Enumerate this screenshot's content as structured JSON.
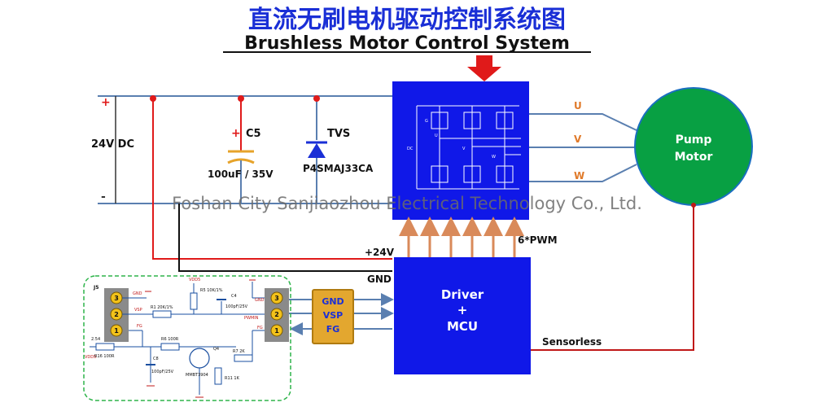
{
  "title_cn": "直流无刷电机驱动控制系统图",
  "title_en": "Brushless Motor Control System",
  "watermark": "Foshan City Sanjiaozhou Electrical Technology Co., Ltd.",
  "power": {
    "plus": "+",
    "minus": "-",
    "voltage": "24V DC"
  },
  "capacitor": {
    "polarity": "+",
    "ref": "C5",
    "value": "100uF / 35V"
  },
  "tvs": {
    "ref": "TVS",
    "part": "P4SMAJ33CA"
  },
  "bridge": {
    "label_dc": "DC",
    "label_u": "U",
    "label_v": "V",
    "label_w": "W",
    "label_g": "G"
  },
  "phases": [
    "U",
    "V",
    "W"
  ],
  "motor": {
    "line1": "Pump",
    "line2": "Motor"
  },
  "pwm_label": "6*PWM",
  "rail_24v": "+24V",
  "gnd": "GND",
  "driver": {
    "line1": "Driver",
    "line2": "+",
    "line3": "MCU"
  },
  "sensorless": "Sensorless",
  "connector_box": {
    "line1": "GND",
    "line2": "VSP",
    "line3": "FG"
  },
  "schematic": {
    "j5": "J5",
    "pins_left": [
      "3",
      "2",
      "1"
    ],
    "pins_right": [
      "3",
      "2",
      "1"
    ],
    "gnd_l": "GND",
    "vsp_l": "VSP",
    "fg_l": "FG",
    "gnd_r": "GND",
    "pwmin_r": "PWMIN",
    "fg_r": "FG",
    "vdd5_top": "VDD5",
    "vdd5_left": "VDD5",
    "r1": "R1  20K/1%",
    "r5": "R5 10K/1%",
    "c4": "C4",
    "c4v": "100pF/25V",
    "r6": "R6  100R",
    "q4": "Q4",
    "q4p": "MMBT3904",
    "r7": "R7  2K",
    "r11": "R11  1K",
    "r16": "R16  100R",
    "c8": "C8",
    "c8v": "100pF/25V",
    "v254": "2.54"
  }
}
